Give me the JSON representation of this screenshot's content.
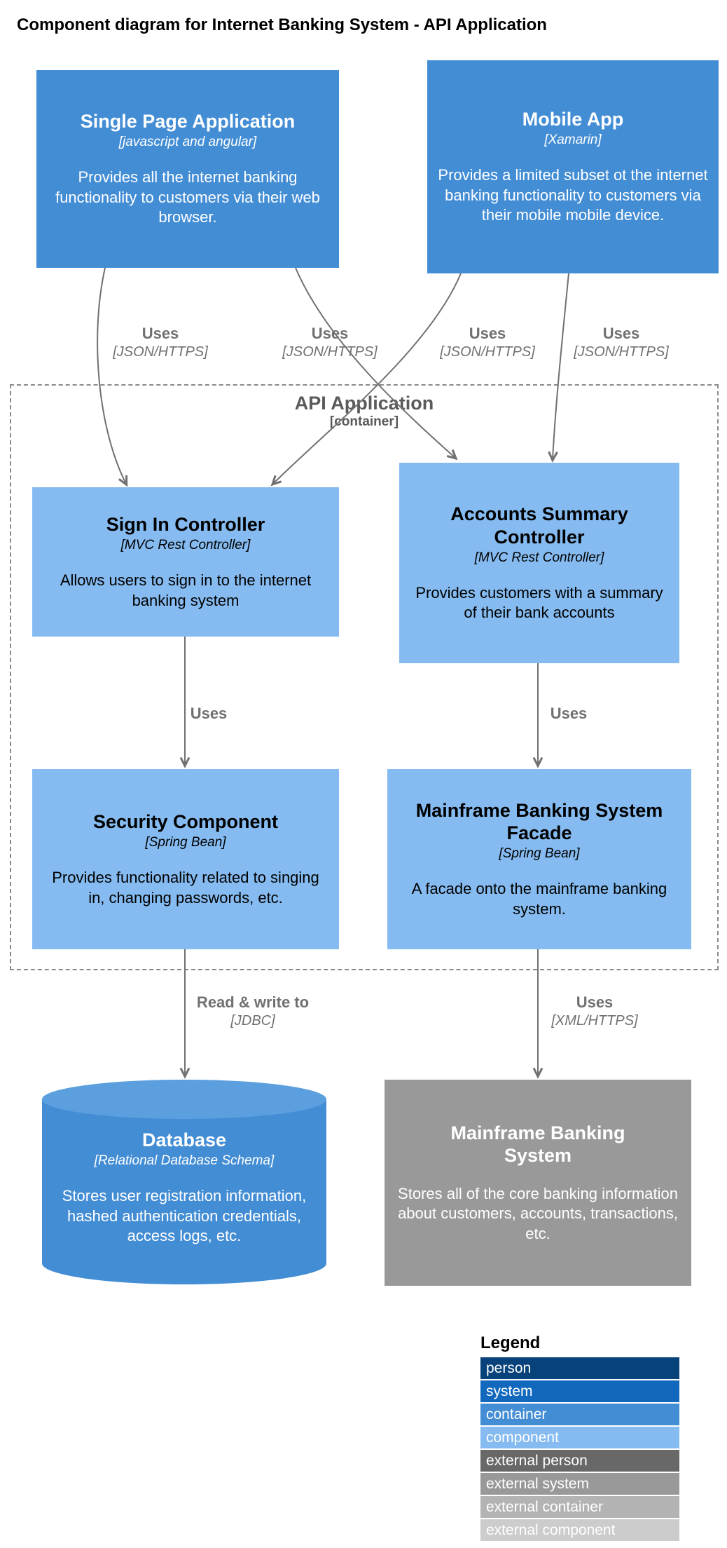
{
  "title": "Component diagram for Internet Banking System - API Application",
  "boundary": {
    "title": "API Application",
    "tech": "[container]"
  },
  "nodes": {
    "spa": {
      "title": "Single Page Application",
      "tech": "[javascript and angular]",
      "desc": "Provides all the internet banking functionality to customers via their web browser."
    },
    "mobile": {
      "title": "Mobile App",
      "tech": "[Xamarin]",
      "desc": "Provides a limited subset ot the internet banking functionality to customers via their mobile mobile device."
    },
    "signin": {
      "title": "Sign In Controller",
      "tech": "[MVC Rest Controller]",
      "desc": "Allows users to sign in to the internet banking system"
    },
    "accounts": {
      "title": "Accounts Summary Controller",
      "tech": "[MVC Rest Controller]",
      "desc": "Provides customers with a summary of their bank accounts"
    },
    "security": {
      "title": "Security Component",
      "tech": "[Spring Bean]",
      "desc": "Provides functionality related to singing in, changing passwords, etc."
    },
    "facade": {
      "title": "Mainframe Banking System Facade",
      "tech": "[Spring Bean]",
      "desc": "A facade onto the mainframe banking system."
    },
    "database": {
      "title": "Database",
      "tech": "[Relational Database Schema]",
      "desc": "Stores user registration information, hashed authentication credentials, access logs, etc."
    },
    "mainframe": {
      "title": "Mainframe Banking System",
      "desc": "Stores all of the core banking information about customers, accounts, transactions, etc."
    }
  },
  "edges": [
    {
      "label": "Uses",
      "tech": "[JSON/HTTPS]"
    },
    {
      "label": "Uses",
      "tech": "[JSON/HTTPS]"
    },
    {
      "label": "Uses",
      "tech": "[JSON/HTTPS]"
    },
    {
      "label": "Uses",
      "tech": "[JSON/HTTPS]"
    },
    {
      "label": "Uses",
      "tech": ""
    },
    {
      "label": "Uses",
      "tech": ""
    },
    {
      "label": "Read & write to",
      "tech": "[JDBC]"
    },
    {
      "label": "Uses",
      "tech": "[XML/HTTPS]"
    }
  ],
  "legend": {
    "title": "Legend",
    "items": [
      {
        "label": "person",
        "color": "#08427b"
      },
      {
        "label": "system",
        "color": "#1168bd"
      },
      {
        "label": "container",
        "color": "#438dd5"
      },
      {
        "label": "component",
        "color": "#85bbf0"
      },
      {
        "label": "external person",
        "color": "#686868"
      },
      {
        "label": "external system",
        "color": "#999999"
      },
      {
        "label": "external container",
        "color": "#b3b3b3"
      },
      {
        "label": "external component",
        "color": "#cccccc"
      }
    ]
  },
  "colors": {
    "container": "#438dd5",
    "container_light": "#5b9fde",
    "component": "#85bbf0",
    "external_system": "#999999",
    "arrow": "#707070"
  }
}
